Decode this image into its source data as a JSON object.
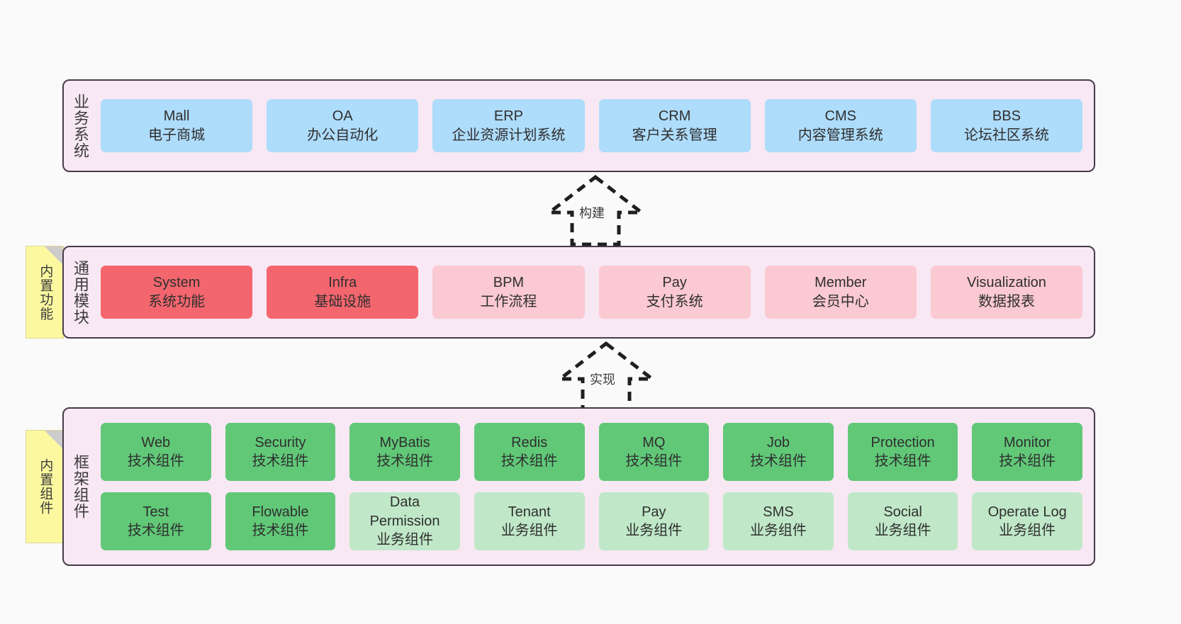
{
  "diagram": {
    "background_color": "#fafafa",
    "layer_fill": "#f7e8f3",
    "layer_border": "#473b4a",
    "sticky_color": "#fbf8a0"
  },
  "layers": [
    {
      "id": "business",
      "title": "业务系统",
      "cards": [
        {
          "name": "Mall",
          "desc": "电子商城",
          "color": "#aedcfb"
        },
        {
          "name": "OA",
          "desc": "办公自动化",
          "color": "#aedcfb"
        },
        {
          "name": "ERP",
          "desc": "企业资源计划系统",
          "color": "#aedcfb"
        },
        {
          "name": "CRM",
          "desc": "客户关系管理",
          "color": "#aedcfb"
        },
        {
          "name": "CMS",
          "desc": "内容管理系统",
          "color": "#aedcfb"
        },
        {
          "name": "BBS",
          "desc": "论坛社区系统",
          "color": "#aedcfb"
        }
      ]
    },
    {
      "id": "module",
      "title": "通用模块",
      "sticky": "内置功能",
      "cards": [
        {
          "name": "System",
          "desc": "系统功能",
          "color": "#f4666e"
        },
        {
          "name": "Infra",
          "desc": "基础设施",
          "color": "#f4666e"
        },
        {
          "name": "BPM",
          "desc": "工作流程",
          "color": "#fbc9d2"
        },
        {
          "name": "Pay",
          "desc": "支付系统",
          "color": "#fbc9d2"
        },
        {
          "name": "Member",
          "desc": "会员中心",
          "color": "#fbc9d2"
        },
        {
          "name": "Visualization",
          "desc": "数据报表",
          "color": "#fbc9d2"
        }
      ]
    },
    {
      "id": "framework",
      "title": "框架组件",
      "sticky": "内置组件",
      "row1": [
        {
          "name": "Web",
          "desc": "技术组件",
          "color": "#61c878"
        },
        {
          "name": "Security",
          "desc": "技术组件",
          "color": "#61c878"
        },
        {
          "name": "MyBatis",
          "desc": "技术组件",
          "color": "#61c878"
        },
        {
          "name": "Redis",
          "desc": "技术组件",
          "color": "#61c878"
        },
        {
          "name": "MQ",
          "desc": "技术组件",
          "color": "#61c878"
        },
        {
          "name": "Job",
          "desc": "技术组件",
          "color": "#61c878"
        },
        {
          "name": "Protection",
          "desc": "技术组件",
          "color": "#61c878"
        },
        {
          "name": "Monitor",
          "desc": "技术组件",
          "color": "#61c878"
        }
      ],
      "row2": [
        {
          "name": "Test",
          "desc": "技术组件",
          "color": "#61c878"
        },
        {
          "name": "Flowable",
          "desc": "技术组件",
          "color": "#61c878"
        },
        {
          "name": "Data\nPermission",
          "desc": "业务组件",
          "color": "#c0e8c8"
        },
        {
          "name": "Tenant",
          "desc": "业务组件",
          "color": "#c0e8c8"
        },
        {
          "name": "Pay",
          "desc": "业务组件",
          "color": "#c0e8c8"
        },
        {
          "name": "SMS",
          "desc": "业务组件",
          "color": "#c0e8c8"
        },
        {
          "name": "Social",
          "desc": "业务组件",
          "color": "#c0e8c8"
        },
        {
          "name": "Operate Log",
          "desc": "业务组件",
          "color": "#c0e8c8"
        }
      ]
    }
  ],
  "connectors": [
    {
      "id": "build",
      "label": "构建",
      "from": "通用模块",
      "to": "业务系统",
      "style": "dashed-hollow-triangle"
    },
    {
      "id": "impl",
      "label": "实现",
      "from": "框架组件",
      "to": "通用模块",
      "style": "dashed-hollow-triangle"
    }
  ]
}
